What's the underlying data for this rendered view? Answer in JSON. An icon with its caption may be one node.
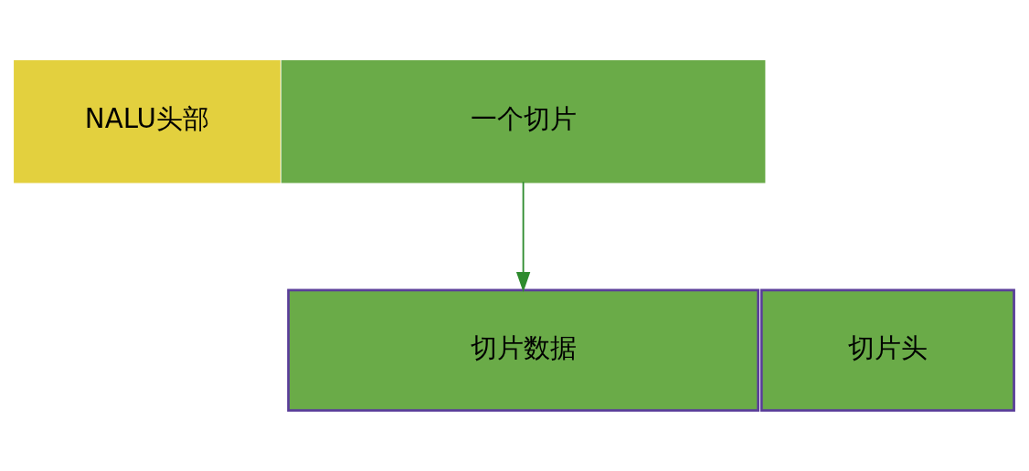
{
  "diagram": {
    "nodes": [
      {
        "text": [
          "NALU头部"
        ]
      },
      {
        "text": [
          "一个切片"
        ]
      },
      {
        "text": [
          "切片头"
        ]
      },
      {
        "text": [
          "切片数据"
        ]
      }
    ],
    "edges": [
      {
        "from": 1,
        "to": 3,
        "arrow": "to"
      }
    ]
  }
}
